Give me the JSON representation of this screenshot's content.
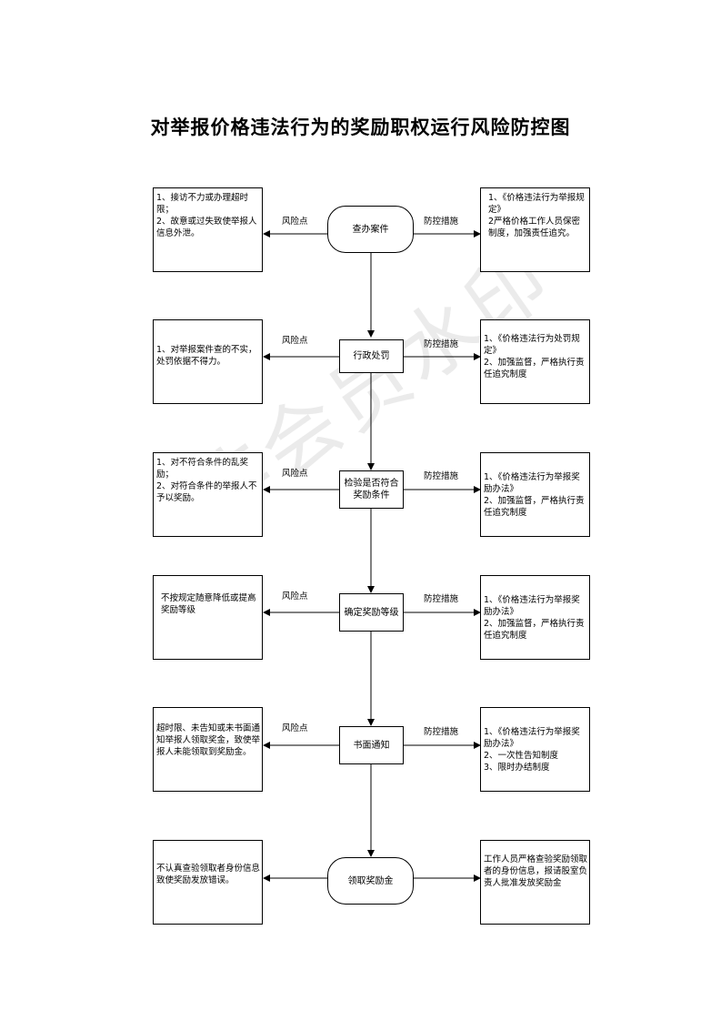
{
  "title": "对举报价格违法行为的奖励职权运行风险防控图",
  "watermark": "非会员水印",
  "risk_point_label": "风险点",
  "control_label": "防控措施",
  "steps": [
    {
      "name": "查办案件",
      "risks": [
        "1、接访不力或办理超时限；",
        "2、故意或过失致使举报人信息外泄。"
      ],
      "controls": [
        "1、《价格违法行为举报规定》",
        "2严格价格工作人员保密制度，加强责任追究。"
      ]
    },
    {
      "name": "行政处罚",
      "risks": [
        "1、对举报案件查的不实，处罚依据不得力。"
      ],
      "controls": [
        "1、《价格违法行为处罚规定》",
        "2、加强监督，严格执行责任追究制度"
      ]
    },
    {
      "name": "检验是否符合奖励条件",
      "risks": [
        "1、对不符合条件的乱奖励；",
        "2、对符合条件的举报人不予以奖励。"
      ],
      "controls": [
        "1、《价格违法行为举报奖励办法》",
        "2、加强监督，严格执行责任追究制度"
      ]
    },
    {
      "name": "确定奖励等级",
      "risks": [
        "不按规定随意降低或提高奖励等级"
      ],
      "controls": [
        "1、《价格违法行为举报奖励办法》",
        "2、加强监督，严格执行责任追究制度"
      ]
    },
    {
      "name": "书面通知",
      "risks": [
        "超时限、未告知或未书面通知举报人领取奖金，致使举报人未能领取到奖励金。"
      ],
      "controls": [
        "1、《价格违法行为举报奖励办法》",
        "2、一次性告知制度",
        "3、限时办结制度"
      ]
    },
    {
      "name": "领取奖励金",
      "risks": [
        "不认真查验领取者身份信息致使奖励发放错误。"
      ],
      "controls": [
        "工作人员严格查验奖励领取者的身份信息，报请股室负责人批准发放奖励金"
      ]
    }
  ]
}
